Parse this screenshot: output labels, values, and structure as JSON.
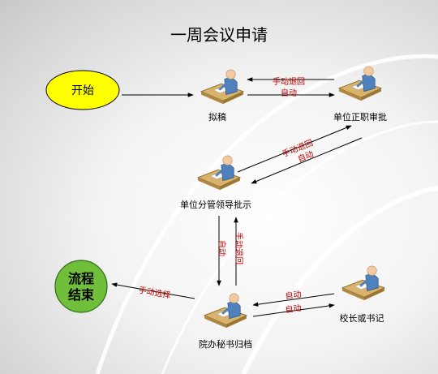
{
  "title": "一周会议申请",
  "nodes": {
    "start": "开始",
    "draft": "拟稿",
    "unit_approve": "单位正职审批",
    "unit_leader": "单位分管领导批示",
    "secretary": "院办秘书归档",
    "president": "校长或书记",
    "end_line1": "流程",
    "end_line2": "结束"
  },
  "edges": {
    "manual_return": "手动退回",
    "auto": "自动",
    "manual_select": "手动选择"
  },
  "colors": {
    "start_fill": "#ffff00",
    "end_fill": "#6fbf3a",
    "edge_label": "#c00000",
    "arrow": "#000000"
  }
}
